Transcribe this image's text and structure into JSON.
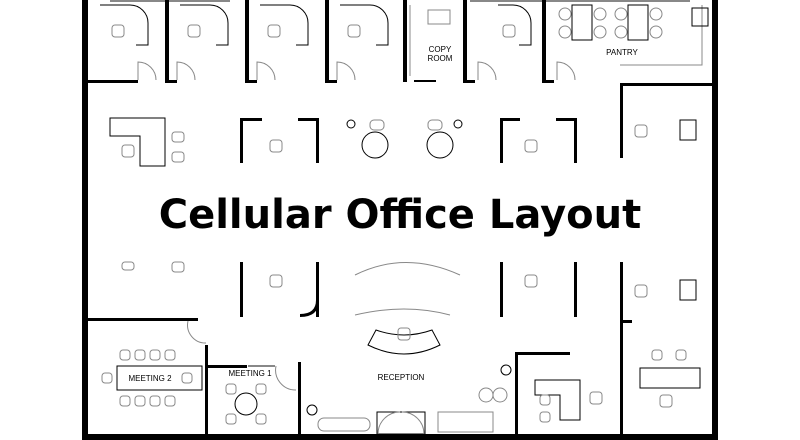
{
  "title": "Cellular Office Layout",
  "rooms": {
    "copy_room_line1": "COPY",
    "copy_room_line2": "ROOM",
    "pantry": "PANTRY",
    "meeting_2": "MEETING  2",
    "meeting_1": "MEETING  1",
    "reception": "RECEPTION"
  }
}
